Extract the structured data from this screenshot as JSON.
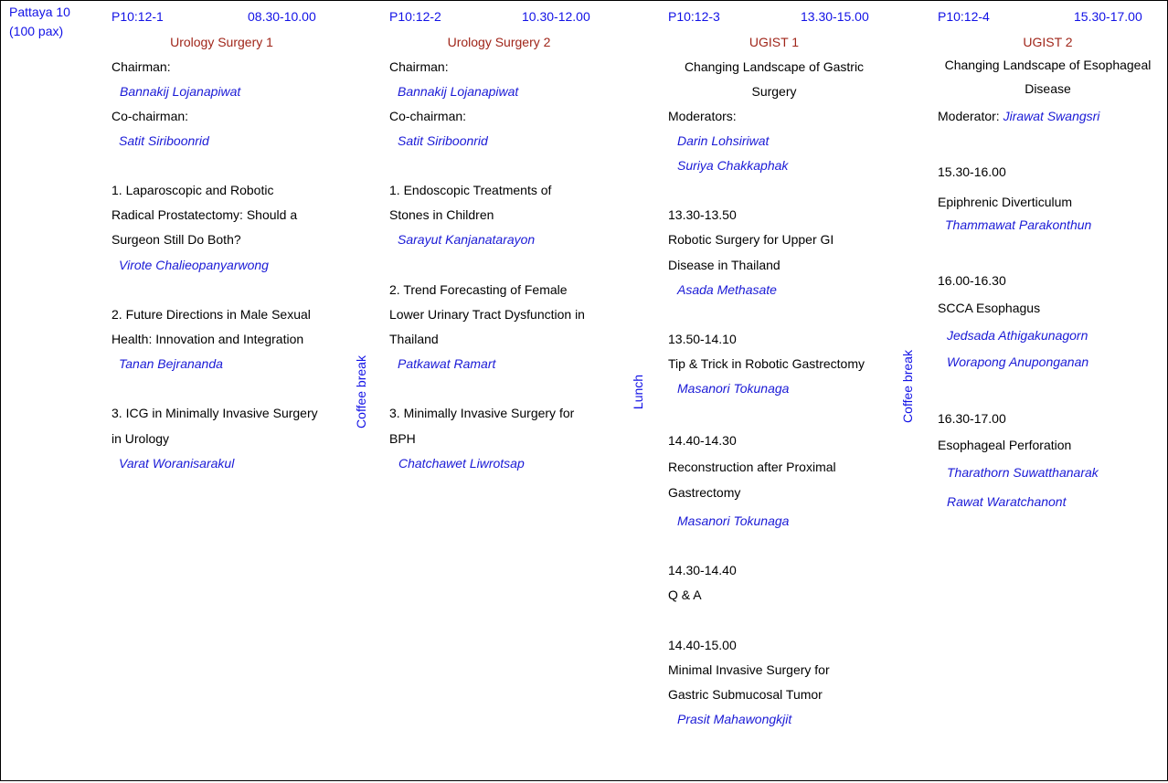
{
  "room": {
    "name": "Pattaya 10",
    "capacity": "(100 pax)"
  },
  "sessions": [
    {
      "code": "P10:12-1",
      "time": "08.30-10.00",
      "title": "Urology Surgery 1",
      "chair_label": "Chairman:",
      "chair": "Bannakij Lojanapiwat",
      "cochair_label": "Co-chairman:",
      "cochair": "Satit Siriboonrid",
      "talks": [
        {
          "lines": [
            "1. Laparoscopic and Robotic",
            "Radical Prostatectomy: Should a",
            "Surgeon Still Do Both?"
          ],
          "speakers": [
            "Virote Chalieopanyarwong"
          ]
        },
        {
          "lines": [
            "2. Future Directions in Male Sexual",
            "Health: Innovation and Integration"
          ],
          "speakers": [
            "Tanan Bejrananda"
          ]
        },
        {
          "lines": [
            "3. ICG in Minimally Invasive Surgery",
            "in Urology"
          ],
          "speakers": [
            "Varat Woranisarakul"
          ]
        }
      ]
    },
    {
      "code": "P10:12-2",
      "time": "10.30-12.00",
      "title": "Urology Surgery 2",
      "chair_label": "Chairman:",
      "chair": "Bannakij Lojanapiwat",
      "cochair_label": "Co-chairman:",
      "cochair": "Satit Siriboonrid",
      "talks": [
        {
          "lines": [
            "1. Endoscopic Treatments of",
            "Stones in Children"
          ],
          "speakers": [
            "Sarayut Kanjanatarayon"
          ]
        },
        {
          "lines": [
            "2. Trend Forecasting of Female",
            "Lower Urinary Tract Dysfunction in",
            "Thailand"
          ],
          "speakers": [
            "Patkawat Ramart"
          ]
        },
        {
          "lines": [
            "3. Minimally Invasive Surgery for",
            "BPH"
          ],
          "speakers": [
            "Chatchawet Liwrotsap"
          ]
        }
      ]
    },
    {
      "code": "P10:12-3",
      "time": "13.30-15.00",
      "title": "UGIST 1",
      "subtitle": [
        "Changing Landscape of Gastric",
        "Surgery"
      ],
      "moderators_label": "Moderators:",
      "moderators": [
        "Darin Lohsiriwat",
        "Suriya Chakkaphak"
      ],
      "talks": [
        {
          "time": "13.30-13.50",
          "lines": [
            "Robotic Surgery for Upper GI",
            "Disease in Thailand"
          ],
          "speakers": [
            "Asada Methasate"
          ]
        },
        {
          "time": "13.50-14.10",
          "lines": [
            "Tip & Trick in Robotic Gastrectomy"
          ],
          "speakers": [
            "Masanori Tokunaga"
          ]
        },
        {
          "time": "14.40-14.30",
          "lines": [
            "Reconstruction after Proximal",
            "Gastrectomy"
          ],
          "speakers": [
            "Masanori Tokunaga"
          ]
        },
        {
          "time": "14.30-14.40",
          "lines": [
            "Q & A"
          ],
          "speakers": []
        },
        {
          "time": "14.40-15.00",
          "lines": [
            "Minimal Invasive Surgery for",
            "Gastric Submucosal Tumor"
          ],
          "speakers": [
            "Prasit Mahawongkjit"
          ]
        }
      ]
    },
    {
      "code": "P10:12-4",
      "time": "15.30-17.00",
      "title": "UGIST 2",
      "subtitle": [
        "Changing Landscape of Esophageal",
        "Disease"
      ],
      "moderators_label": "Moderator:",
      "moderators": [
        "Jirawat Swangsri"
      ],
      "talks": [
        {
          "time": "15.30-16.00",
          "lines": [
            "Epiphrenic Diverticulum"
          ],
          "speakers": [
            "Thammawat Parakonthun"
          ]
        },
        {
          "time": "16.00-16.30",
          "lines": [
            "SCCA Esophagus"
          ],
          "speakers": [
            "Jedsada Athigakunagorn",
            "Worapong Anuponganan"
          ]
        },
        {
          "time": "16.30-17.00",
          "lines": [
            "Esophageal Perforation"
          ],
          "speakers": [
            "Tharathorn Suwatthanarak",
            "Rawat Waratchanont"
          ]
        }
      ]
    }
  ],
  "breaks": [
    "Coffee break",
    "Lunch",
    "Coffee break"
  ]
}
